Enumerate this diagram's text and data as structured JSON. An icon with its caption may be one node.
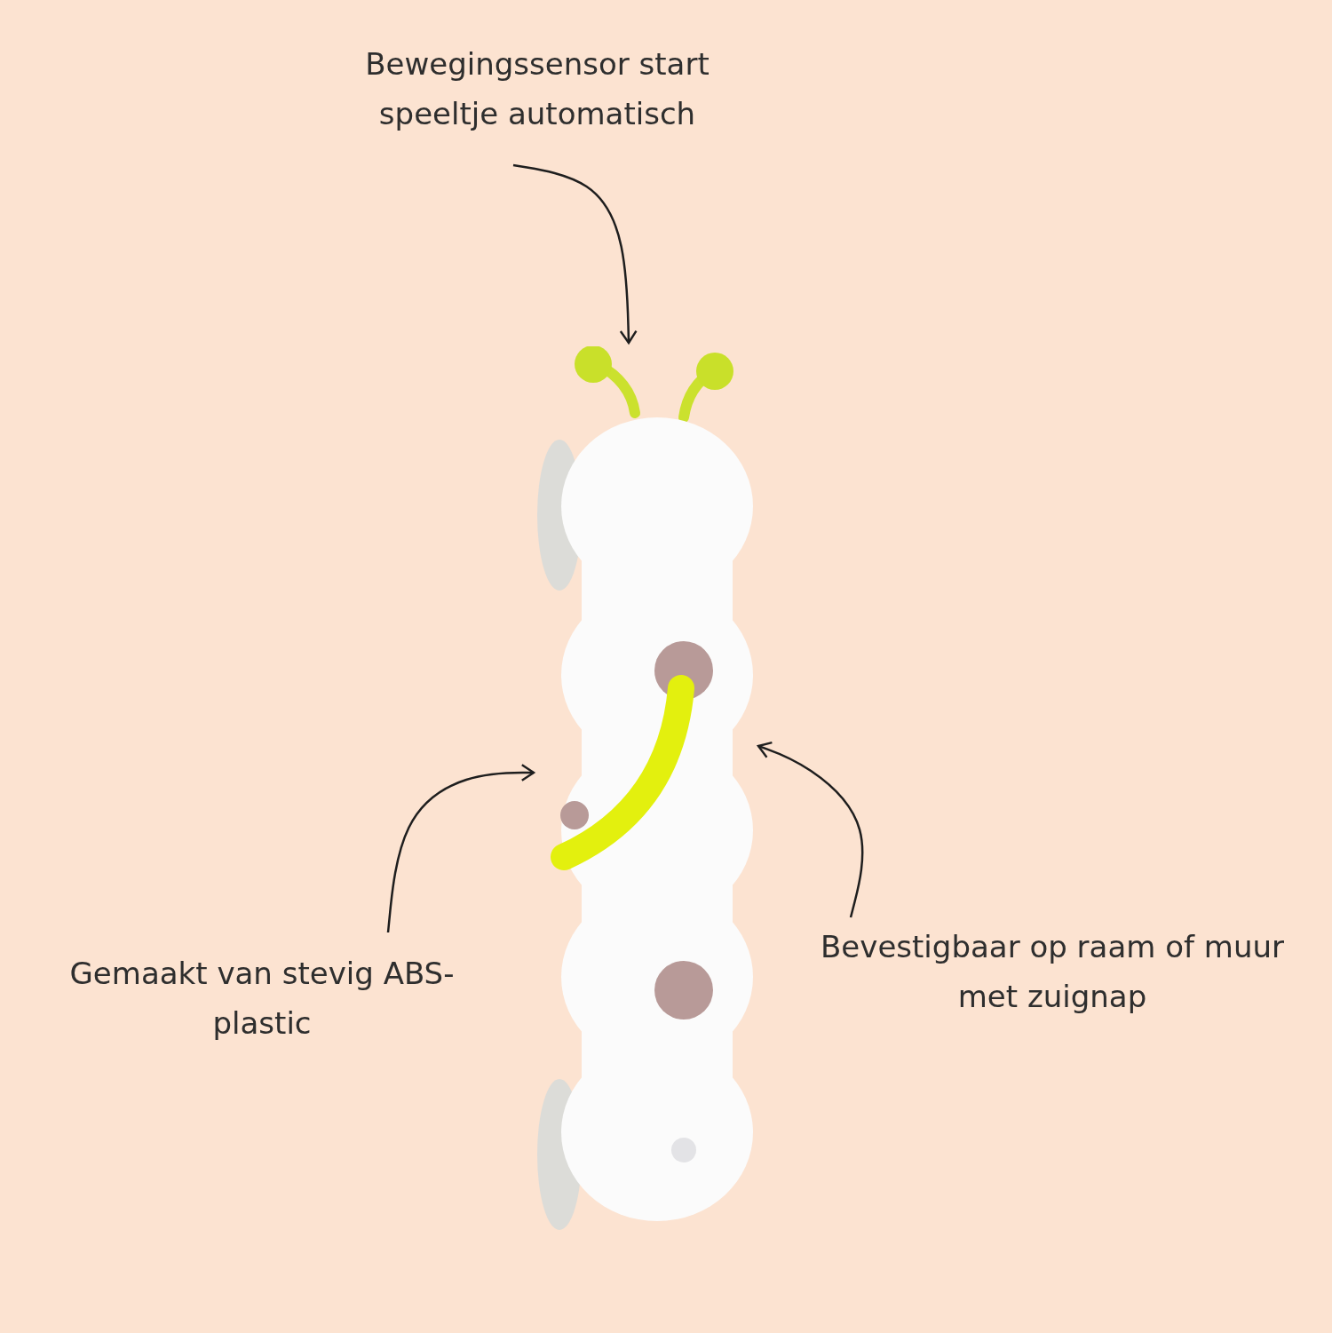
{
  "diagram": {
    "nodes": [
      {
        "text": [
          "Bewegingssensor start speeltje automatisch"
        ]
      },
      {
        "text": [],
        "shape": "picture"
      },
      {
        "text": [
          "Gemaakt van stevig ABS-plastic"
        ]
      },
      {
        "text": [
          "Bevestigbaar op raam of muur met zuignap"
        ]
      }
    ],
    "edges": [
      {
        "from": 0,
        "to": 1,
        "arrow": "to"
      },
      {
        "from": 2,
        "to": 1,
        "arrow": "to"
      },
      {
        "from": 3,
        "to": 1,
        "arrow": "to"
      }
    ]
  }
}
